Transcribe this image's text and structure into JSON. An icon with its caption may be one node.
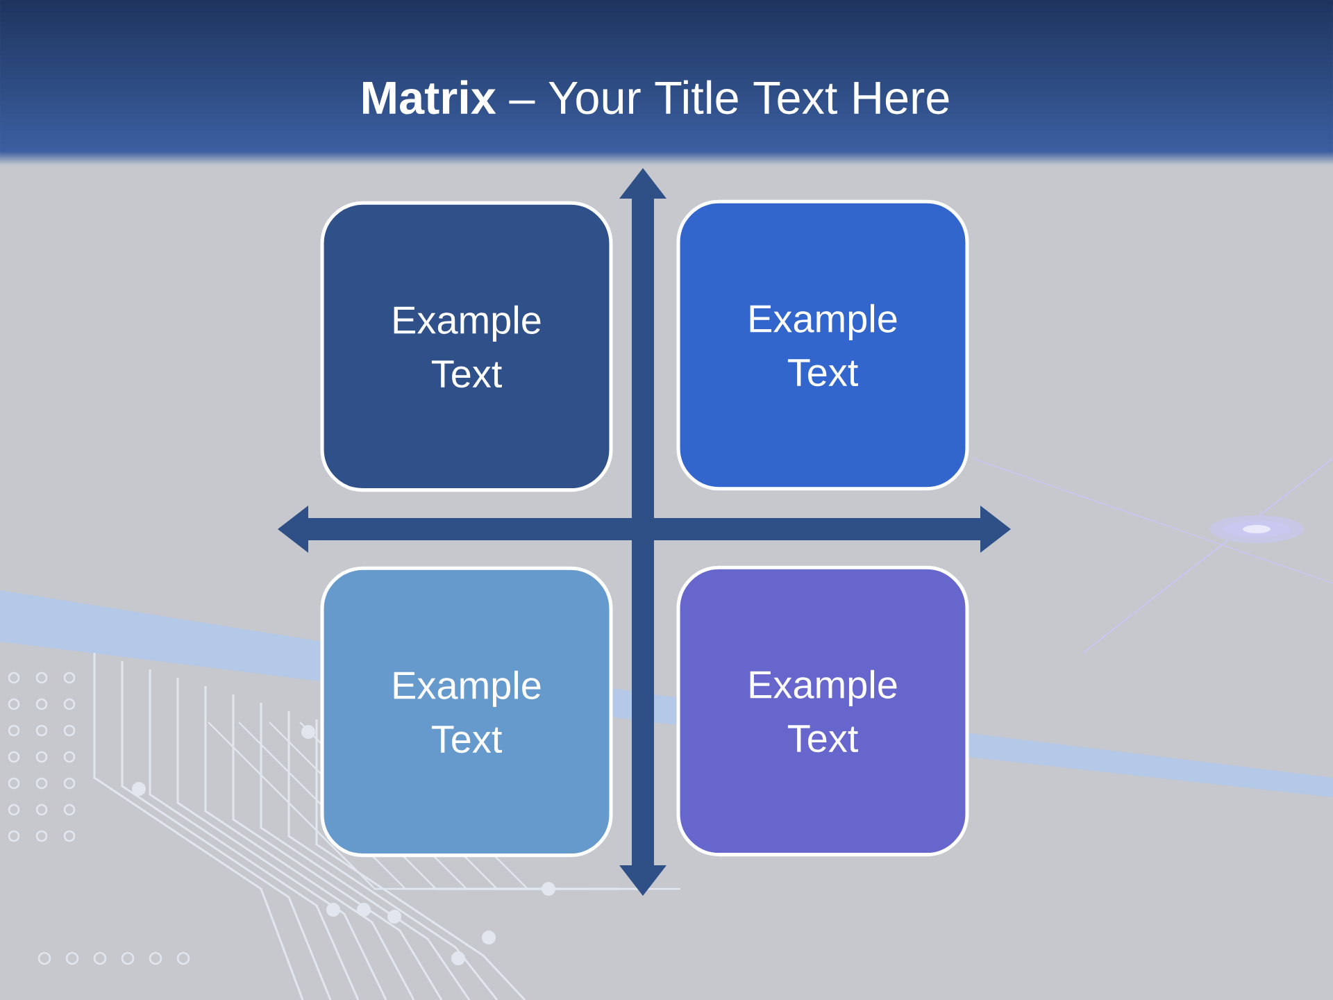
{
  "diagram": {
    "title": "**Matrix** – Your Title Text Here",
    "nodes": [
      {
        "text": [
          "Example Text"
        ]
      },
      {
        "text": [
          "Example Text"
        ]
      },
      {
        "text": [
          "Example Text"
        ]
      },
      {
        "text": [
          "Example Text"
        ]
      }
    ]
  }
}
